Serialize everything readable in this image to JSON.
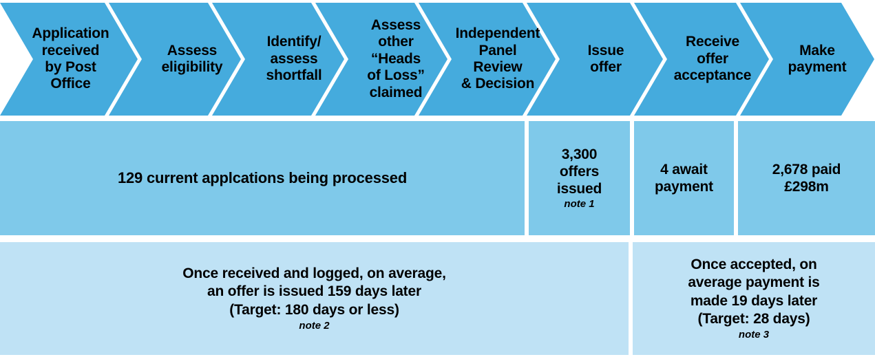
{
  "colors": {
    "chevron_fill": "#45ABDD",
    "chevron_gap": "#FFFFFF",
    "stat_row_fill": "#7FC9EA",
    "timing_row_fill": "#BFE2F5",
    "text": "#000000",
    "page_background": "#FFFFFF"
  },
  "process": {
    "type": "chevron-process-flow",
    "steps": [
      {
        "index": 1,
        "label": "Application\nreceived\nby Post\nOffice"
      },
      {
        "index": 2,
        "label": "Assess\neligibility"
      },
      {
        "index": 3,
        "label": "Identify/\nassess\nshortfall"
      },
      {
        "index": 4,
        "label": "Assess\nother\n“Heads\nof Loss”\nclaimed"
      },
      {
        "index": 5,
        "label": "Independent\nPanel\nReview\n& Decision"
      },
      {
        "index": 6,
        "label": "Issue\noffer"
      },
      {
        "index": 7,
        "label": "Receive\noffer\nacceptance"
      },
      {
        "index": 8,
        "label": "Make\npayment"
      }
    ]
  },
  "stats": {
    "cells": [
      {
        "id": "in-progress",
        "text": "129 current applcations being processed",
        "note": "",
        "size": "big"
      },
      {
        "id": "offers-issued",
        "text": "3,300\noffers\nissued",
        "note": "note 1",
        "size": "normal"
      },
      {
        "id": "awaiting-payment",
        "text": "4 await\npayment",
        "note": "",
        "size": "normal"
      },
      {
        "id": "paid",
        "text": "2,678 paid\n£298m",
        "note": "",
        "size": "normal"
      }
    ]
  },
  "timings": {
    "cells": [
      {
        "id": "offer-timing",
        "text": "Once received and logged, on average,\nan offer is issued 159 days later\n(Target: 180 days or less)",
        "note": "note 2"
      },
      {
        "id": "payment-timing",
        "text": "Once accepted, on\naverage payment is\nmade 19 days later\n(Target: 28 days)",
        "note": "note 3"
      }
    ]
  },
  "chart_data": {
    "type": "table",
    "title": "Claims process pipeline status",
    "stages": [
      "Application received by Post Office",
      "Assess eligibility",
      "Identify/assess shortfall",
      "Assess other “Heads of Loss” claimed",
      "Independent Panel Review & Decision",
      "Issue offer",
      "Receive offer acceptance",
      "Make payment"
    ],
    "metrics": [
      {
        "label": "current applcations being processed",
        "value": 129,
        "stages_covered": [
          1,
          2,
          3,
          4,
          5
        ]
      },
      {
        "label": "offers issued",
        "value": 3300,
        "note": "note 1",
        "stages_covered": [
          6
        ]
      },
      {
        "label": "await payment",
        "value": 4,
        "stages_covered": [
          7
        ]
      },
      {
        "label": "paid",
        "value": 2678,
        "amount_gbp_millions": 298,
        "stages_covered": [
          8
        ]
      }
    ],
    "timings": [
      {
        "label": "Average days from receipt/logging to offer issued",
        "value": 159,
        "unit": "days",
        "target": 180,
        "target_text": "180 days or less",
        "note": "note 2"
      },
      {
        "label": "Average days from acceptance to payment made",
        "value": 19,
        "unit": "days",
        "target": 28,
        "target_text": "28 days",
        "note": "note 3"
      }
    ]
  }
}
